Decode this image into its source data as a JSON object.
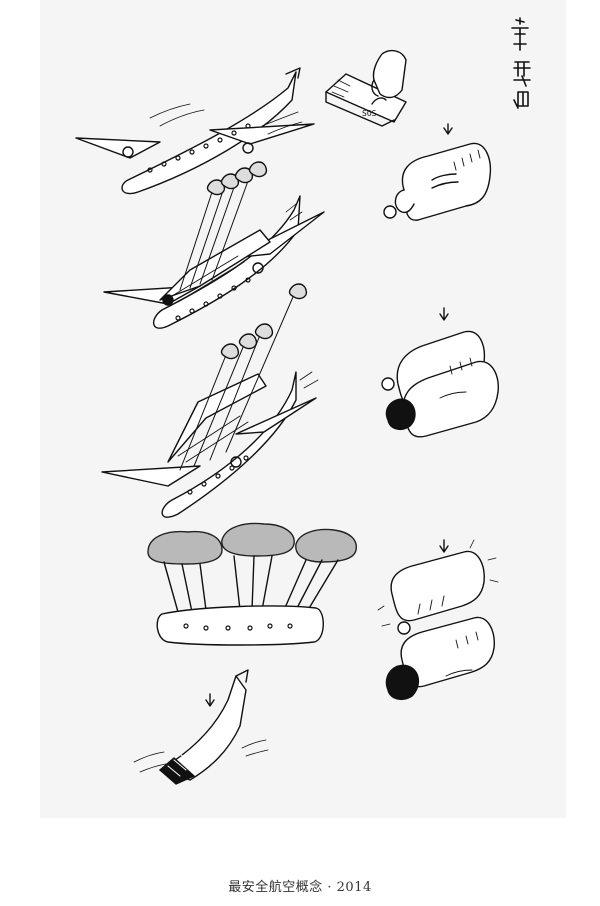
{
  "caption": "最安全航空概念 · 2014",
  "signature": "宇宙画",
  "sos_label": "SOS",
  "colors": {
    "ink": "#111111",
    "panel": "#f4f5f4",
    "canopy": "#b9b9b9"
  }
}
